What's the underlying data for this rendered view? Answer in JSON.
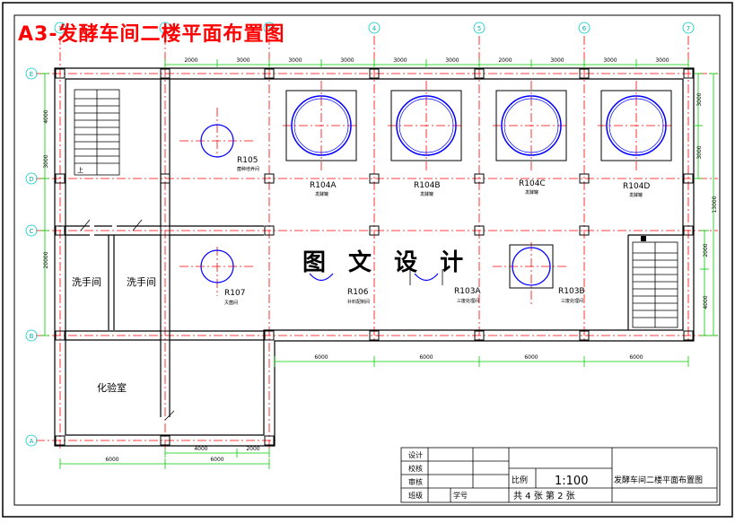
{
  "title": "A3-发酵车间二楼平面布置图",
  "watermark": "图 文 设 计",
  "axes": {
    "top": [
      "1",
      "2",
      "3",
      "4",
      "5",
      "6",
      "7"
    ],
    "left": [
      "E",
      "D",
      "C",
      "B",
      "A"
    ]
  },
  "dims": {
    "top": [
      "2000",
      "3000",
      "3000",
      "3000",
      "3000",
      "3000",
      "2000",
      "3000",
      "3000",
      "3000"
    ],
    "bottom_row1": [
      "4000",
      "2000"
    ],
    "bottom_row2": [
      "6000",
      "6000"
    ],
    "right_upper": [
      "3000",
      "3000"
    ],
    "right_total": "13000",
    "right_lower": [
      "2000",
      "4000"
    ],
    "left_upper": [
      "4000",
      "3000"
    ],
    "left_lower": "20000",
    "mid": [
      "6000",
      "6000",
      "6000",
      "6000"
    ]
  },
  "rooms": [
    {
      "code": "R105",
      "desc": "菌种培养间"
    },
    {
      "code": "R104A",
      "desc": "发酵罐"
    },
    {
      "code": "R104B",
      "desc": "发酵罐"
    },
    {
      "code": "R104C",
      "desc": "发酵罐"
    },
    {
      "code": "R104D",
      "desc": "发酵罐"
    },
    {
      "code": "R107",
      "desc": "灭菌间"
    },
    {
      "code": "R106",
      "desc": "补料配制间"
    },
    {
      "code": "R103A",
      "desc": "三废处理间"
    },
    {
      "code": "R103B",
      "desc": "三废处理间"
    }
  ],
  "labels": {
    "wash1": "洗手间",
    "wash2": "洗手间",
    "lab": "化验室",
    "stair_up": "上"
  },
  "titleblock": {
    "rows": [
      "设计",
      "校核",
      "审核",
      "班级"
    ],
    "student_no": "学号",
    "scale_label": "比例",
    "scale_value": "1:100",
    "drawing_name": "发酵车间二楼平面布置图",
    "sheets": "共 4 张  第 2 张"
  },
  "colors": {
    "grid": "#ff0000",
    "dim": "#00cc00",
    "axis": "#00c8c8",
    "tank": "#0000ff",
    "wall": "#000000"
  }
}
